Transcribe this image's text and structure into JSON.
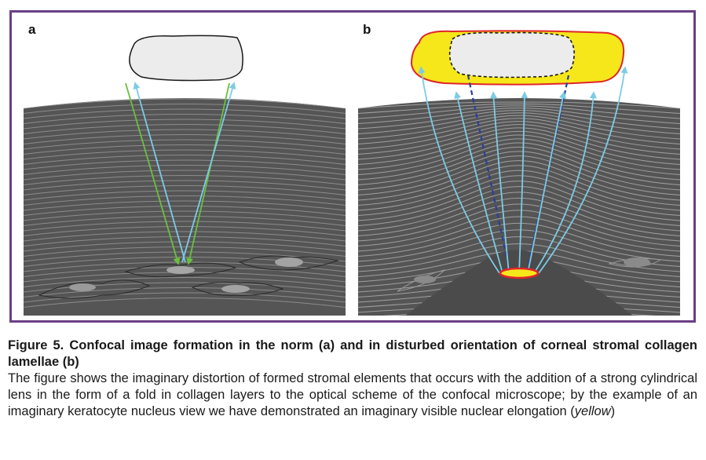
{
  "figure": {
    "panel_a_label": "a",
    "panel_b_label": "b"
  },
  "caption": {
    "title": "Figure 5. Confocal image formation in the norm (a) and in disturbed orientation of corneal stromal collagen lamellae (b)",
    "body": "The figure shows the imaginary distortion of formed stromal elements that occurs with the addition of a strong cylindrical lens in the form of a fold in collagen layers to the optical scheme of the confocal microscope; by the example of an imaginary keratocyte nucleus view we have demonstrated an imaginary visible nuclear elongation (",
    "body_italic": "yellow",
    "body_end": ")"
  },
  "colors": {
    "frame": "#6b3f86",
    "stroma": "#5a5a5a",
    "lamella_line": "#8c8c8c",
    "ray_blue": "#7ccbe6",
    "ray_green": "#6cbf3e",
    "ray_dark_blue": "#2b3f9a",
    "nucleus_fill": "#ecebeb",
    "image_yellow": "#f6e71b",
    "image_red": "#e0252a"
  }
}
